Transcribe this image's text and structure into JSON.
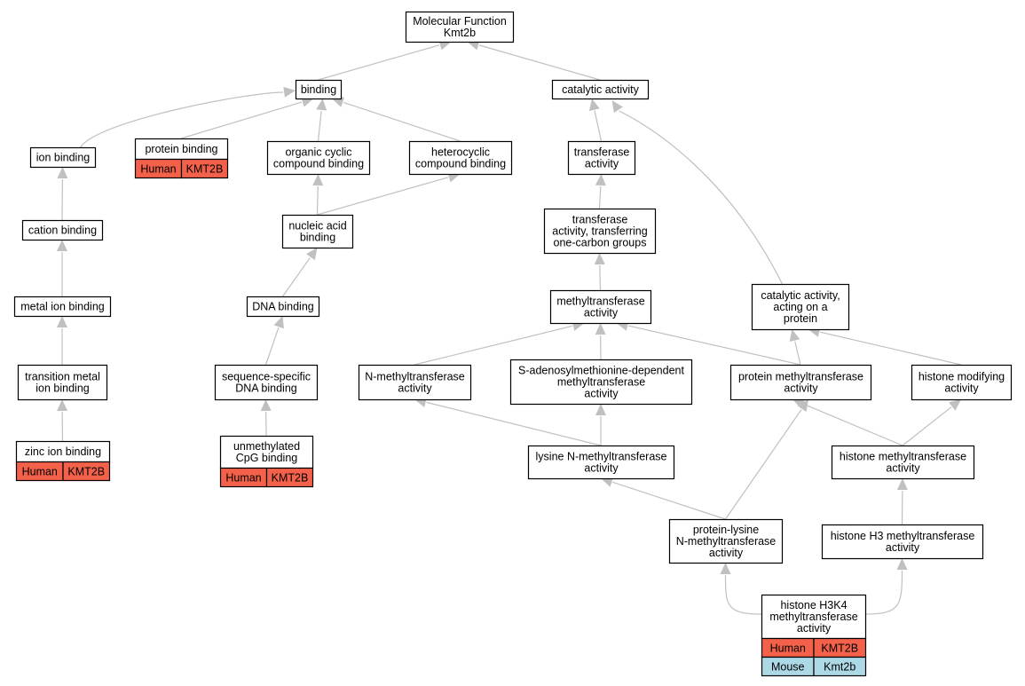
{
  "diagram": {
    "colors": {
      "edge": "#c0c0c0",
      "node_border": "#000000",
      "node_fill": "#ffffff",
      "human": "#f4614b",
      "mouse": "#add8e6"
    },
    "nodes": [
      {
        "id": "root",
        "lines": [
          "Molecular Function",
          "Kmt2b"
        ]
      },
      {
        "id": "binding",
        "lines": [
          "binding"
        ]
      },
      {
        "id": "catalytic",
        "lines": [
          "catalytic activity"
        ]
      },
      {
        "id": "ionbind",
        "lines": [
          "ion binding"
        ]
      },
      {
        "id": "protbind",
        "lines": [
          "protein binding"
        ],
        "annotations": [
          {
            "species": "Human",
            "gene": "KMT2B"
          }
        ]
      },
      {
        "id": "organic",
        "lines": [
          "organic cyclic",
          "compound binding"
        ]
      },
      {
        "id": "hetero",
        "lines": [
          "heterocyclic",
          "compound binding"
        ]
      },
      {
        "id": "transferase",
        "lines": [
          "transferase",
          "activity"
        ]
      },
      {
        "id": "cation",
        "lines": [
          "cation binding"
        ]
      },
      {
        "id": "nucleic",
        "lines": [
          "nucleic acid",
          "binding"
        ]
      },
      {
        "id": "onecarbon",
        "lines": [
          "transferase",
          "activity, transferring",
          "one-carbon groups"
        ]
      },
      {
        "id": "metal",
        "lines": [
          "metal ion binding"
        ]
      },
      {
        "id": "dna",
        "lines": [
          "DNA binding"
        ]
      },
      {
        "id": "methyl",
        "lines": [
          "methyltransferase",
          "activity"
        ]
      },
      {
        "id": "catprot",
        "lines": [
          "catalytic activity,",
          "acting on a",
          "protein"
        ]
      },
      {
        "id": "transition",
        "lines": [
          "transition metal",
          "ion binding"
        ]
      },
      {
        "id": "seqdna",
        "lines": [
          "sequence-specific",
          "DNA binding"
        ]
      },
      {
        "id": "nmethyl",
        "lines": [
          "N-methyltransferase",
          "activity"
        ]
      },
      {
        "id": "sam",
        "lines": [
          "S-adenosylmethionine-dependent",
          "methyltransferase",
          "activity"
        ]
      },
      {
        "id": "protmethyl",
        "lines": [
          "protein methyltransferase",
          "activity"
        ]
      },
      {
        "id": "histmod",
        "lines": [
          "histone modifying",
          "activity"
        ]
      },
      {
        "id": "zinc",
        "lines": [
          "zinc ion binding"
        ],
        "annotations": [
          {
            "species": "Human",
            "gene": "KMT2B"
          }
        ]
      },
      {
        "id": "cpg",
        "lines": [
          "unmethylated",
          "CpG binding"
        ],
        "annotations": [
          {
            "species": "Human",
            "gene": "KMT2B"
          }
        ]
      },
      {
        "id": "lysine",
        "lines": [
          "lysine N-methyltransferase",
          "activity"
        ]
      },
      {
        "id": "histmethyl",
        "lines": [
          "histone methyltransferase",
          "activity"
        ]
      },
      {
        "id": "protlys",
        "lines": [
          "protein-lysine",
          "N-methyltransferase",
          "activity"
        ]
      },
      {
        "id": "h3methyl",
        "lines": [
          "histone H3 methyltransferase",
          "activity"
        ]
      },
      {
        "id": "h3k4",
        "lines": [
          "histone H3K4",
          "methyltransferase",
          "activity"
        ],
        "annotations": [
          {
            "species": "Human",
            "gene": "KMT2B"
          },
          {
            "species": "Mouse",
            "gene": "Kmt2b"
          }
        ]
      }
    ],
    "edges": [
      {
        "from": "binding",
        "to": "root"
      },
      {
        "from": "catalytic",
        "to": "root"
      },
      {
        "from": "ionbind",
        "to": "binding"
      },
      {
        "from": "protbind",
        "to": "binding"
      },
      {
        "from": "organic",
        "to": "binding"
      },
      {
        "from": "hetero",
        "to": "binding"
      },
      {
        "from": "transferase",
        "to": "catalytic"
      },
      {
        "from": "catprot",
        "to": "catalytic"
      },
      {
        "from": "cation",
        "to": "ionbind"
      },
      {
        "from": "nucleic",
        "to": "organic"
      },
      {
        "from": "nucleic",
        "to": "hetero"
      },
      {
        "from": "onecarbon",
        "to": "transferase"
      },
      {
        "from": "metal",
        "to": "cation"
      },
      {
        "from": "dna",
        "to": "nucleic"
      },
      {
        "from": "methyl",
        "to": "onecarbon"
      },
      {
        "from": "transition",
        "to": "metal"
      },
      {
        "from": "seqdna",
        "to": "dna"
      },
      {
        "from": "nmethyl",
        "to": "methyl"
      },
      {
        "from": "sam",
        "to": "methyl"
      },
      {
        "from": "protmethyl",
        "to": "methyl"
      },
      {
        "from": "protmethyl",
        "to": "catprot"
      },
      {
        "from": "histmod",
        "to": "catprot"
      },
      {
        "from": "zinc",
        "to": "transition"
      },
      {
        "from": "cpg",
        "to": "seqdna"
      },
      {
        "from": "lysine",
        "to": "nmethyl"
      },
      {
        "from": "lysine",
        "to": "sam"
      },
      {
        "from": "histmethyl",
        "to": "protmethyl"
      },
      {
        "from": "histmethyl",
        "to": "histmod"
      },
      {
        "from": "protlys",
        "to": "lysine"
      },
      {
        "from": "protlys",
        "to": "protmethyl"
      },
      {
        "from": "h3methyl",
        "to": "histmethyl"
      },
      {
        "from": "h3k4",
        "to": "protlys"
      },
      {
        "from": "h3k4",
        "to": "h3methyl"
      }
    ]
  }
}
